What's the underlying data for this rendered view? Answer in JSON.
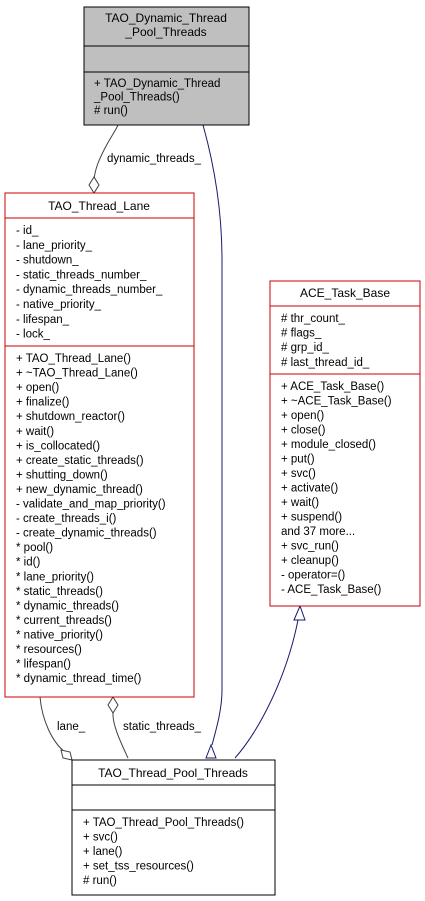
{
  "colors": {
    "focus_fill": "#bfbfbf",
    "box_border_focus": "#000000",
    "box_border_red": "#cc0000",
    "edge_usage": "#404040",
    "edge_inherit": "#191970",
    "background": "#ffffff"
  },
  "classes": {
    "dynamic_pool": {
      "title_lines": [
        "TAO_Dynamic_Thread",
        "_Pool_Threads"
      ],
      "attributes": [],
      "methods": [
        "+ TAO_Dynamic_Thread",
        "_Pool_Threads()",
        "# run()"
      ]
    },
    "thread_lane": {
      "title_lines": [
        "TAO_Thread_Lane"
      ],
      "attributes": [
        "- id_",
        "- lane_priority_",
        "- shutdown_",
        "- static_threads_number_",
        "- dynamic_threads_number_",
        "- native_priority_",
        "- lifespan_",
        "- lock_"
      ],
      "methods": [
        "+ TAO_Thread_Lane()",
        "+ ~TAO_Thread_Lane()",
        "+ open()",
        "+ finalize()",
        "+ shutdown_reactor()",
        "+ wait()",
        "+ is_collocated()",
        "+ create_static_threads()",
        "+ shutting_down()",
        "+ new_dynamic_thread()",
        "- validate_and_map_priority()",
        "- create_threads_i()",
        "- create_dynamic_threads()",
        "* pool()",
        "* id()",
        "* lane_priority()",
        "* static_threads()",
        "* dynamic_threads()",
        "* current_threads()",
        "* native_priority()",
        "* resources()",
        "* lifespan()",
        "* dynamic_thread_time()"
      ]
    },
    "ace_task_base": {
      "title_lines": [
        "ACE_Task_Base"
      ],
      "attributes": [
        "# thr_count_",
        "# flags_",
        "# grp_id_",
        "# last_thread_id_"
      ],
      "methods": [
        "+ ACE_Task_Base()",
        "+ ~ACE_Task_Base()",
        "+ open()",
        "+ close()",
        "+ module_closed()",
        "+ put()",
        "+ svc()",
        "+ activate()",
        "+ wait()",
        "+ suspend()",
        "and 37 more...",
        "+ svc_run()",
        "+ cleanup()",
        "- operator=()",
        "- ACE_Task_Base()"
      ]
    },
    "thread_pool_threads": {
      "title_lines": [
        "TAO_Thread_Pool_Threads"
      ],
      "attributes": [],
      "methods": [
        "+ TAO_Thread_Pool_Threads()",
        "+ svc()",
        "+ lane()",
        "+ set_tss_resources()",
        "# run()"
      ]
    }
  },
  "edges": {
    "dynamic_threads_label": "dynamic_threads_",
    "lane_label": "lane_",
    "static_threads_label": "static_threads_"
  }
}
